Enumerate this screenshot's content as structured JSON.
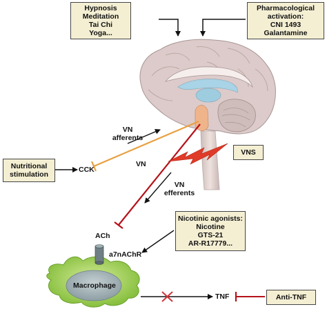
{
  "boxes": {
    "mind_body": [
      "Hypnosis",
      "Meditation",
      "Tai Chi",
      "Yoga..."
    ],
    "pharmacological": [
      "Pharmacological",
      "activation:",
      "CNI 1493",
      "Galantamine"
    ],
    "nutritional": [
      "Nutritional",
      "stimulation"
    ],
    "vns": "VNS",
    "nicotinic": [
      "Nicotinic agonists:",
      "Nicotine",
      "GTS-21",
      "AR-R17779..."
    ],
    "anti_tnf": "Anti-TNF"
  },
  "labels": {
    "vn_afferents": [
      "VN",
      "afferents"
    ],
    "vn": "VN",
    "vn_efferents": [
      "VN",
      "efferents"
    ],
    "cck": "CCK",
    "ach": "ACh",
    "receptor": "a7nAChR",
    "macrophage": "Macrophage",
    "tnf": "TNF"
  },
  "colors": {
    "box_fill": "#f4efd3",
    "afferent": "#e8a040",
    "efferent": "#b5121b",
    "vns_bolt": "#e03a28",
    "macrophage": "#8fc640",
    "brain": "#d9c9c8",
    "brainstem": "#efb08a"
  }
}
